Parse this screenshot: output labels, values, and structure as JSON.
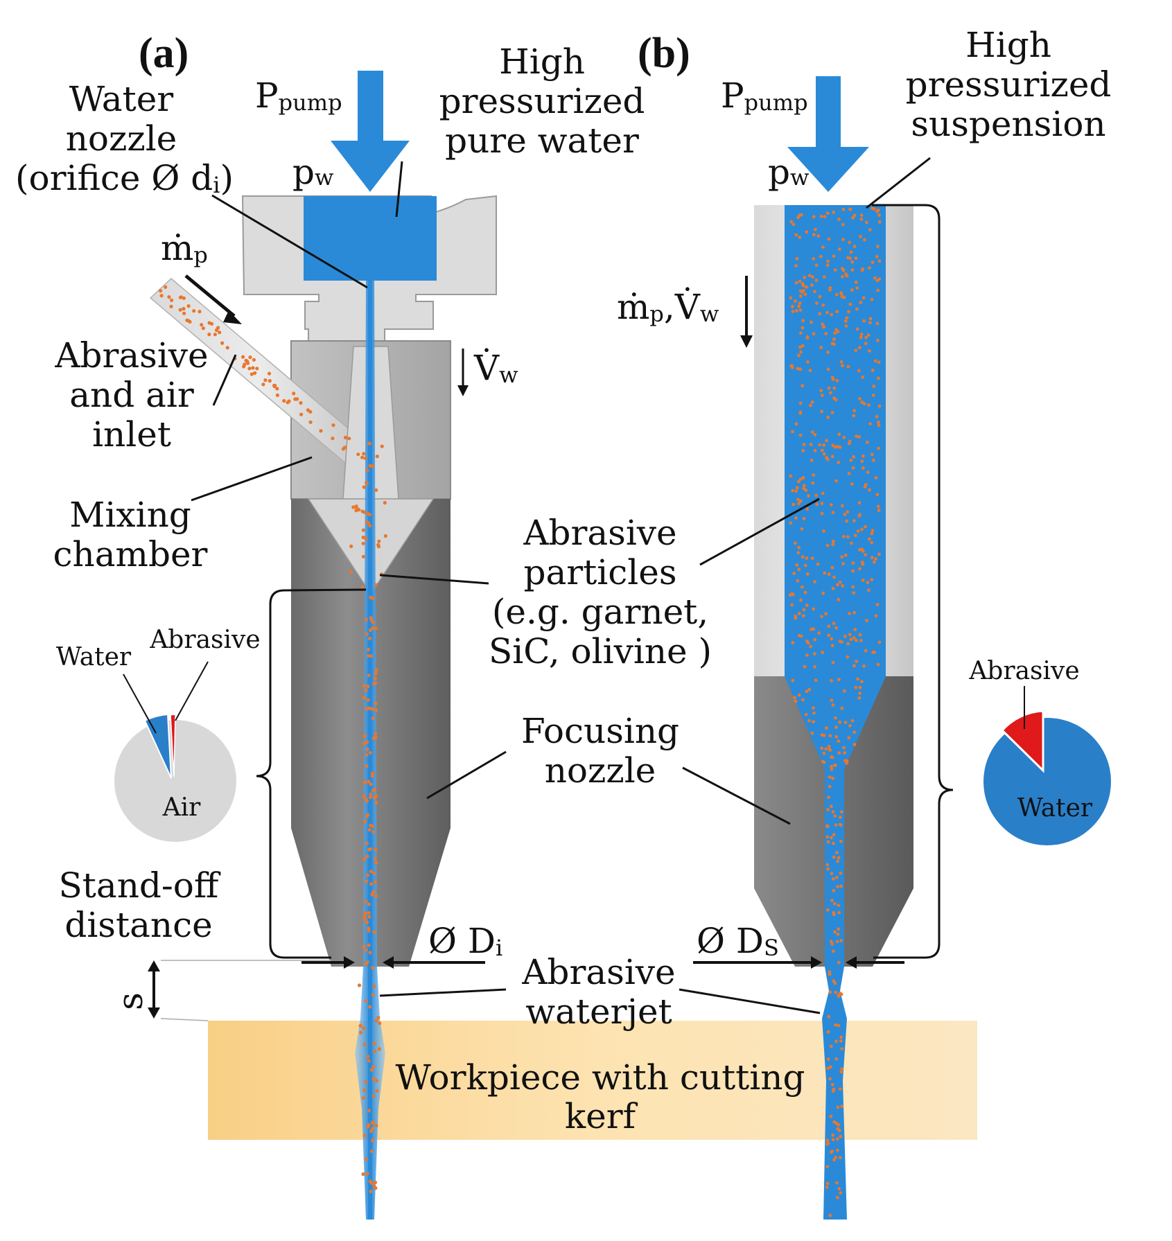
{
  "panel_a": {
    "tag": "(a)",
    "p_pump": "P",
    "p_pump_sub": "pump",
    "p_w": "p",
    "p_w_sub": "w",
    "high_pressurized": [
      "High",
      "pressurized",
      "pure water"
    ],
    "water_nozzle": [
      "Water",
      "nozzle",
      "(orifice Ø d",
      "i",
      ")"
    ],
    "m_p": "ṁ",
    "m_p_sub": "p",
    "abrasive_inlet": [
      "Abrasive",
      "and air",
      "inlet"
    ],
    "v_w": "V̇",
    "v_w_sub": "w",
    "mixing_chamber": [
      "Mixing",
      "chamber"
    ],
    "abrasive_particles": [
      "Abrasive",
      "particles",
      "(e.g. garnet,",
      "SiC, olivine )"
    ],
    "focusing_nozzle": [
      "Focusing",
      "nozzle"
    ],
    "pie": {
      "slices": [
        {
          "label": "Water",
          "color": "#2a7fc9"
        },
        {
          "label": "Abrasive",
          "color": "#e0191b"
        },
        {
          "label": "Air",
          "color": "#d8d8d8"
        }
      ]
    },
    "standoff": [
      "Stand-off",
      "distance"
    ],
    "s": "s",
    "d_i": "Ø D",
    "d_i_sub": "i"
  },
  "panel_b": {
    "tag": "(b)",
    "p_pump": "P",
    "p_pump_sub": "pump",
    "p_w": "p",
    "p_w_sub": "w",
    "high_pressurized": [
      "High",
      "pressurized",
      "suspension"
    ],
    "mp_vw": "ṁ",
    "mp_sub": "p",
    "mp_comma": ",V̇",
    "vw_sub": "w",
    "pie": {
      "slices": [
        {
          "label": "Abrasive",
          "color": "#e0191b"
        },
        {
          "label": "Water",
          "color": "#2a7fc9"
        }
      ]
    },
    "d_s": "Ø D",
    "d_s_sub": "S"
  },
  "shared": {
    "abrasive_waterjet": [
      "Abrasive",
      "waterjet"
    ],
    "workpiece": [
      "Workpiece with cutting",
      "kerf"
    ]
  },
  "colors": {
    "water_blue": "#2a8ad8",
    "particle_orange": "#e8772e",
    "nozzle_dark": "#7a7a7a",
    "nozzle_light": "#c8c8c8",
    "workpiece": "#fbd99a"
  }
}
